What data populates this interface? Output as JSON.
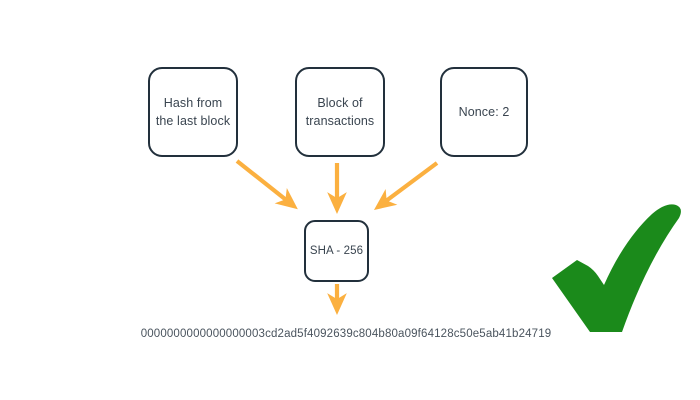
{
  "diagram": {
    "title": "Bitcoin block hashing diagram",
    "background_color": "#ffffff",
    "box_border_color": "#22303C",
    "arrow_color": "#FBB040",
    "check_color": "#1B8A1B",
    "text_color": "#3A4550",
    "inputs": [
      {
        "id": "hash-last-block",
        "label": "Hash from\nthe last block"
      },
      {
        "id": "block-transactions",
        "label": "Block of\ntransactions"
      },
      {
        "id": "nonce",
        "label": "Nonce: 2"
      }
    ],
    "processor": {
      "id": "sha",
      "label": "SHA - 256"
    },
    "output": {
      "id": "hash-output",
      "label": "0000000000000000003cd2ad5f4092639c804b80a09f64128c50e5ab41b24719"
    },
    "status": {
      "id": "valid-check",
      "icon": "check-icon",
      "meaning": "valid"
    },
    "arrows": [
      {
        "id": "arrow-left-diagonal",
        "from": "hash-last-block",
        "to": "sha"
      },
      {
        "id": "arrow-center-vertical",
        "from": "block-transactions",
        "to": "sha"
      },
      {
        "id": "arrow-right-diagonal",
        "from": "nonce",
        "to": "sha"
      },
      {
        "id": "arrow-output-vertical",
        "from": "sha",
        "to": "hash-output"
      }
    ]
  }
}
